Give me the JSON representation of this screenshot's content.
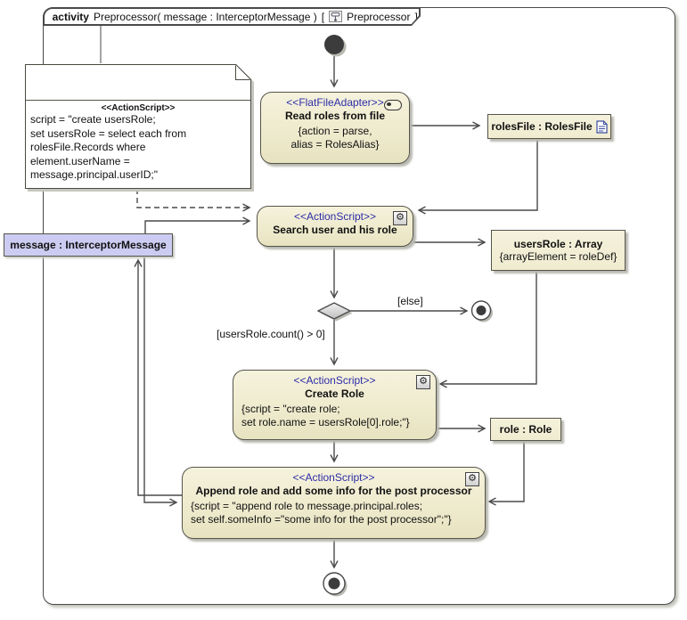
{
  "frame": {
    "keyword": "activity",
    "signature": "Preprocessor( message : InterceptorMessage )",
    "lbracket": "[",
    "diagram_name": "Preprocessor",
    "rbracket": "]"
  },
  "note": {
    "stereotype": "<<ActionScript>>",
    "lines": [
      "script = \"create usersRole;",
      "set usersRole = select each from",
      "rolesFile.Records where",
      "element.userName =",
      "message.principal.userID;\""
    ]
  },
  "nodes": {
    "read_roles": {
      "stereotype": "<<FlatFileAdapter>>",
      "title": "Read roles from file",
      "body": [
        "{action = parse,",
        "alias = RolesAlias}"
      ]
    },
    "search_user": {
      "stereotype": "<<ActionScript>>",
      "title": "Search user and his role"
    },
    "create_role": {
      "stereotype": "<<ActionScript>>",
      "title": "Create Role",
      "body": [
        "{script = \"create role;",
        "set role.name = usersRole[0].role;\"}"
      ]
    },
    "append_role": {
      "stereotype": "<<ActionScript>>",
      "title": "Append role and add some info for the post processor",
      "body": [
        "{script = \"append role to message.principal.roles;",
        "set self.someInfo =\"some info for the post processor\";\"}"
      ]
    }
  },
  "objects": {
    "roles_file": {
      "label": "rolesFile : RolesFile"
    },
    "users_role": {
      "label": "usersRole : Array",
      "body": "{arrayElement = roleDef}"
    },
    "role": {
      "label": "role : Role"
    },
    "message": {
      "label": "message : InterceptorMessage"
    }
  },
  "edges": {
    "else_guard": "[else]",
    "count_guard": "[usersRole.count() > 0]"
  },
  "colors": {
    "node_fill": "#f0ecd0",
    "node_border": "#55544a",
    "stereotype_text": "#2d2da8",
    "object_message_fill": "#ccccf2",
    "line": "#4a4a4a"
  }
}
